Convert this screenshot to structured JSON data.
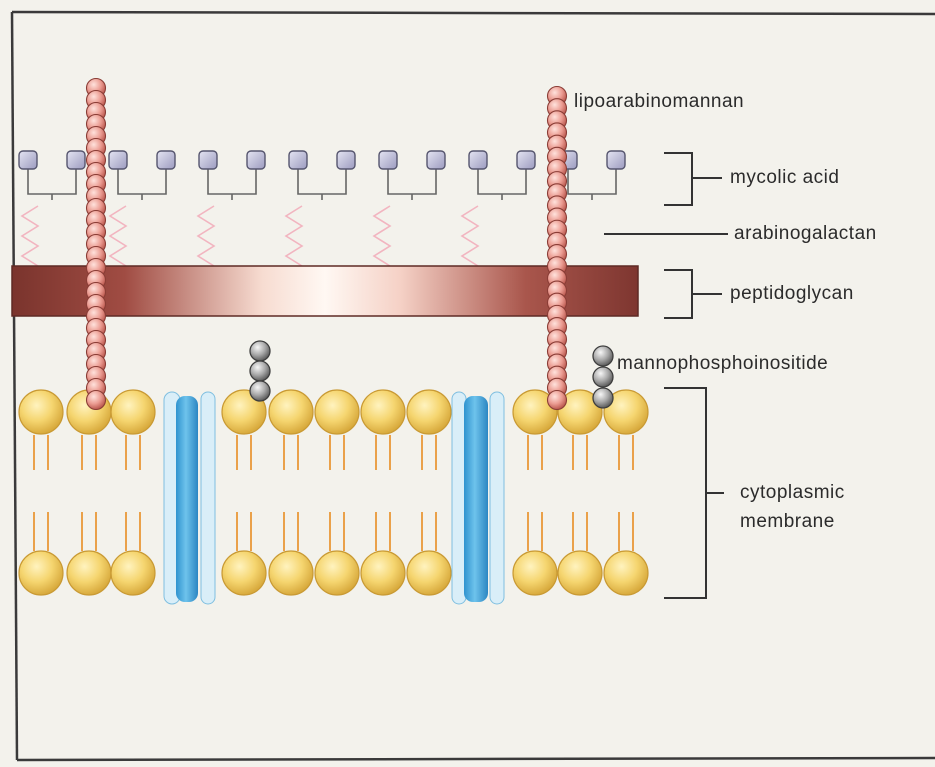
{
  "labels": {
    "lipoarabinomannan": "lipoarabinomannan",
    "mycolic_acid": "mycolic acid",
    "arabinogalactan": "arabinogalactan",
    "peptidoglycan": "peptidoglycan",
    "mannophosphoinositide": "mannophosphoinositide",
    "cytoplasmic_membrane_line1": "cytoplasmic",
    "cytoplasmic_membrane_line2": "membrane"
  },
  "colors": {
    "frame": "#3a3a3a",
    "mycolic_node": "#b7b6d2",
    "mycolic_stem": "#666666",
    "arabinogalactan_zigzag": "#f3b8c2",
    "peptidoglycan_dark": "#8d3b33",
    "peptidoglycan_light": "#fff3ec",
    "lam_bead": "#e6948c",
    "pim_bead": "#9d9d9d",
    "lipid_head": "#f2d36c",
    "lipid_tail": "#e9a24c",
    "protein_blue": "#3fa6dc",
    "protein_light": "#d6eef9",
    "bracket": "#333333"
  }
}
